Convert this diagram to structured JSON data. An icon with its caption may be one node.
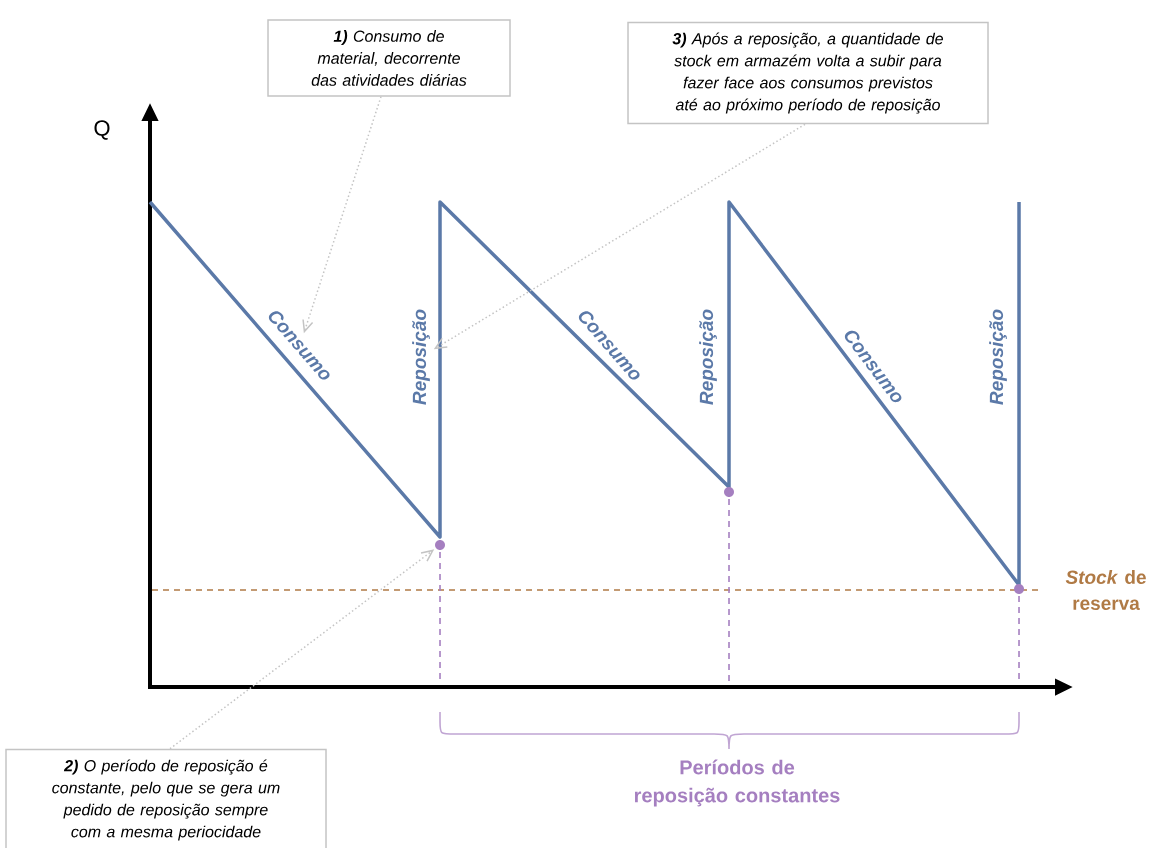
{
  "diagram": {
    "nodes": [
      {
        "text": [
          "**1)** Consumo de material, decorrente das atividades diárias"
        ]
      },
      {
        "text": [
          "**3)** Após a reposição, a quantidade de stock em armazém volta a subir para fazer face aos consumos previstos até ao próximo período de reposição"
        ]
      },
      {
        "text": [
          "**2)** O período de reposição é constante, pelo que se gera um pedido de reposição sempre com a mesma periocidade"
        ]
      },
      {
        "text": [],
        "shape": "circle"
      },
      {
        "text": [
          "Consumo"
        ]
      },
      {
        "text": [
          "Reposição"
        ]
      }
    ],
    "edges": [
      {
        "from": 0,
        "to": 4,
        "arrow": "to"
      },
      {
        "from": 1,
        "to": 5,
        "arrow": "to"
      },
      {
        "from": 2,
        "to": 3,
        "arrow": "to"
      }
    ],
    "labels": [
      "Q",
      "Consumo",
      "Reposição",
      "Consumo",
      "Reposição",
      "*Stock* de reserva",
      "Períodos de reposição constantes"
    ]
  }
}
